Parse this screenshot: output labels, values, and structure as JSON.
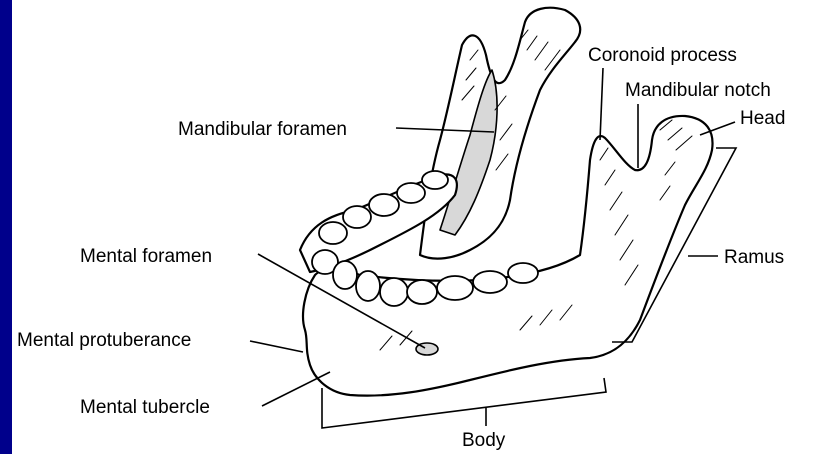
{
  "figure": {
    "background_color": "#00008b",
    "panel_color": "#ffffff",
    "labels": {
      "coronoid_process": "Coronoid process",
      "mandibular_notch": "Mandibular notch",
      "head": "Head",
      "mandibular_foramen": "Mandibular foramen",
      "mental_foramen": "Mental foramen",
      "ramus": "Ramus",
      "mental_protuberance": "Mental protuberance",
      "mental_tubercle": "Mental tubercle",
      "body": "Body"
    }
  }
}
